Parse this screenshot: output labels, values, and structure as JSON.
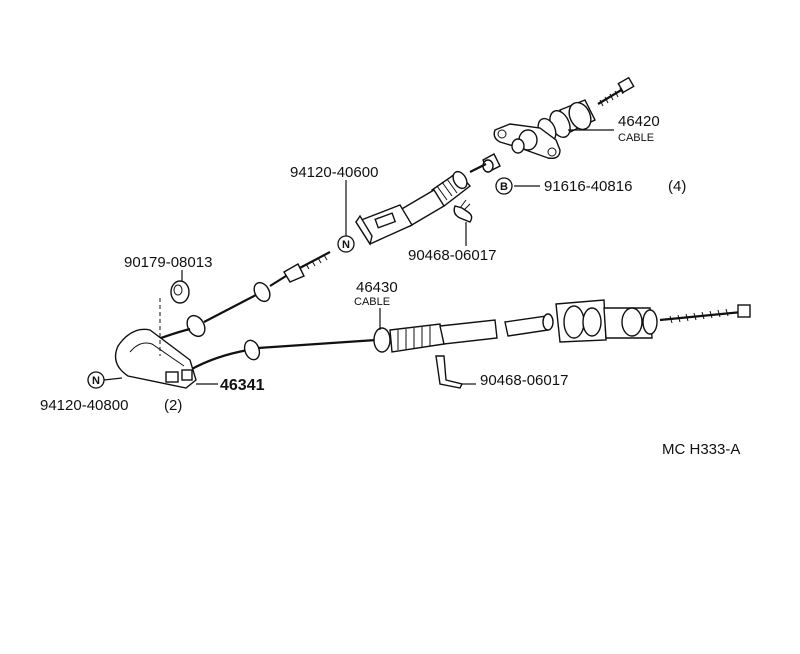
{
  "labels": {
    "p46420": "46420",
    "p46420_sub": "CABLE",
    "p91616": "91616-40816",
    "p91616_qty": "(4)",
    "p91616_mark": "B",
    "p94120_40600": "94120-40600",
    "p94120_40600_mark": "N",
    "p90468_a": "90468-06017",
    "p90179": "90179-08013",
    "p46430": "46430",
    "p46430_sub": "CABLE",
    "p46341": "46341",
    "p90468_b": "90468-06017",
    "p94120_40800": "94120-40800",
    "p94120_40800_qty": "(2)",
    "p94120_40800_mark": "N",
    "ref_code": "MC H333-A"
  }
}
